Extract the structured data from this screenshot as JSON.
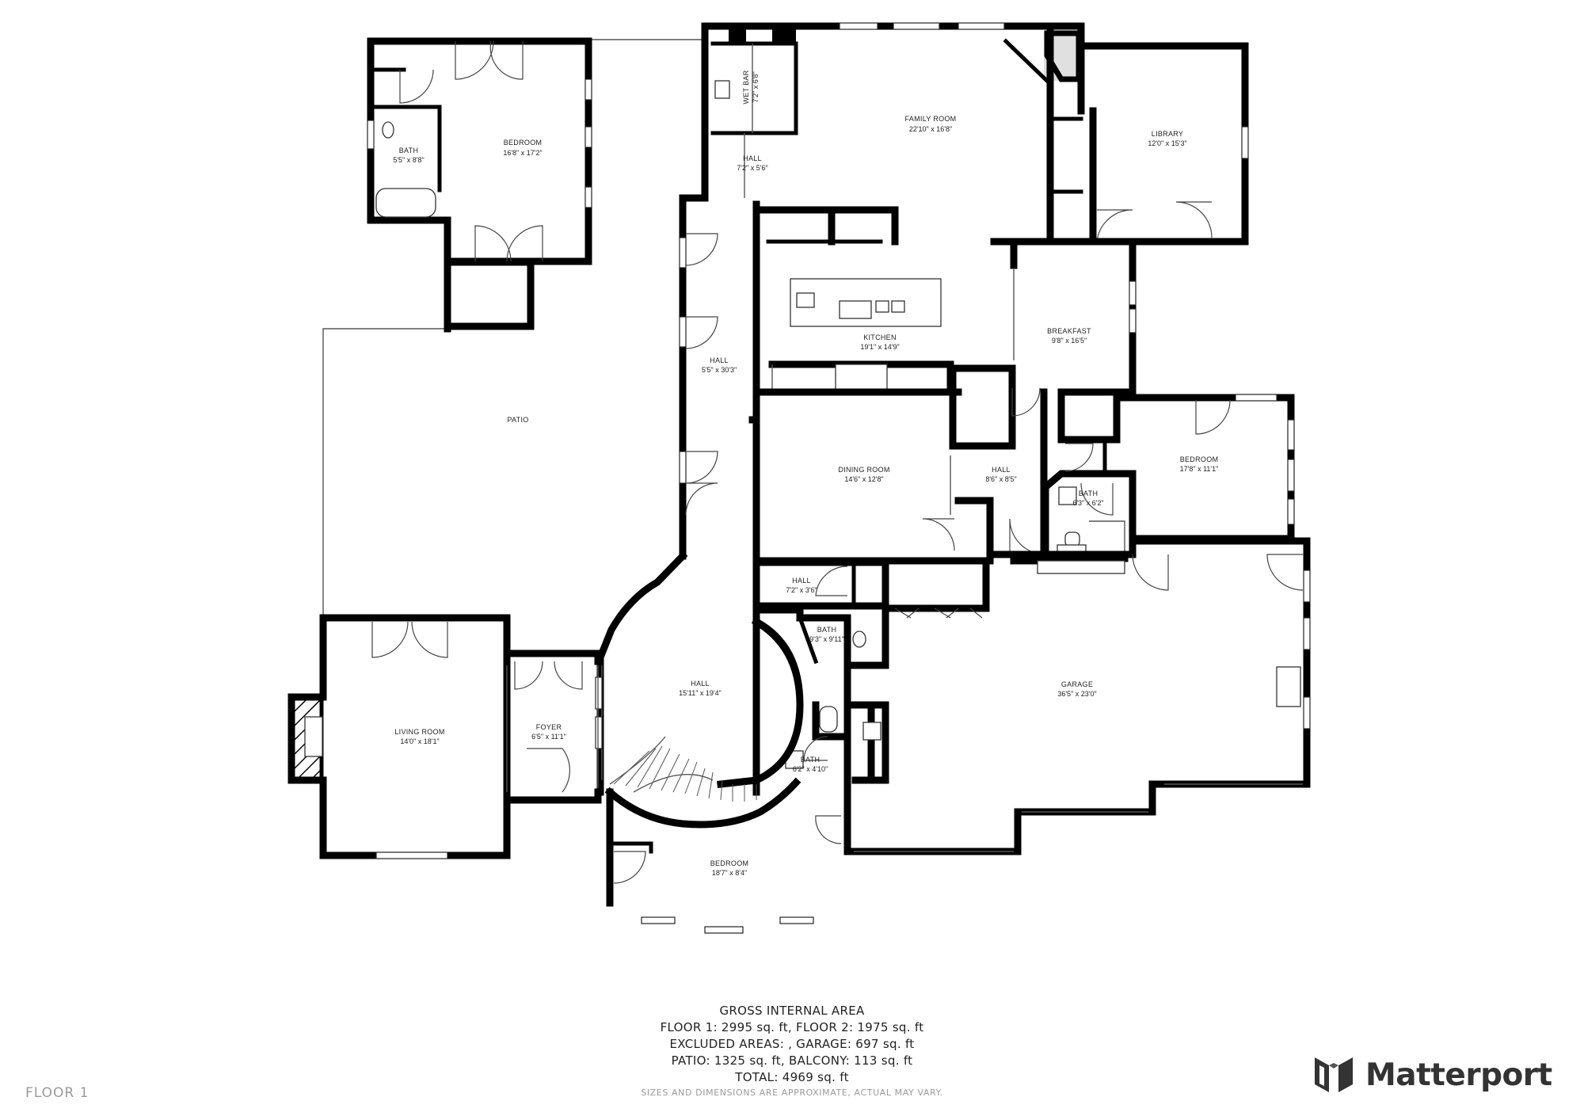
{
  "rooms": [
    {
      "name": "BEDROOM",
      "dim": "16'8\" x 17'2\""
    },
    {
      "name": "BATH",
      "dim": "5'5\" x 8'8\""
    },
    {
      "name": "WET BAR",
      "dim": "7'2\" x 6'8\""
    },
    {
      "name": "FAMILY ROOM",
      "dim": "22'10\" x 16'8\""
    },
    {
      "name": "LIBRARY",
      "dim": "12'0\" x 15'3\""
    },
    {
      "name": "HALL",
      "dim": "7'2\" x 5'6\""
    },
    {
      "name": "KITCHEN",
      "dim": "19'1\" x 14'9\""
    },
    {
      "name": "BREAKFAST",
      "dim": "9'8\" x 16'5\""
    },
    {
      "name": "HALL",
      "dim": "5'5\" x 30'3\""
    },
    {
      "name": "PATIO",
      "dim": ""
    },
    {
      "name": "DINING ROOM",
      "dim": "14'6\" x 12'8\""
    },
    {
      "name": "HALL",
      "dim": "8'6\" x 8'5\""
    },
    {
      "name": "BEDROOM",
      "dim": "17'8\" x 11'1\""
    },
    {
      "name": "BATH",
      "dim": "6'3\" x 6'2\""
    },
    {
      "name": "HALL",
      "dim": "7'2\" x 3'6\""
    },
    {
      "name": "BATH",
      "dim": "9'3\" x 9'11\""
    },
    {
      "name": "GARAGE",
      "dim": "36'5\" x 23'0\""
    },
    {
      "name": "HALL",
      "dim": "15'11\" x 19'4\""
    },
    {
      "name": "LIVING ROOM",
      "dim": "14'0\" x 18'1\""
    },
    {
      "name": "FOYER",
      "dim": "6'5\" x 11'1\""
    },
    {
      "name": "BATH",
      "dim": "6'2\" x 4'10\""
    },
    {
      "name": "BEDROOM",
      "dim": "18'7\" x 8'4\""
    }
  ],
  "summary": {
    "heading": "GROSS INTERNAL AREA",
    "line1": "FLOOR 1: 2995 sq. ft, FLOOR 2: 1975 sq. ft",
    "line2": "EXCLUDED AREAS: , GARAGE: 697 sq. ft",
    "line3": "PATIO: 1325 sq. ft, BALCONY: 113 sq. ft",
    "line4": "TOTAL: 4969 sq. ft",
    "disclaimer": "SIZES AND DIMENSIONS ARE APPROXIMATE, ACTUAL MAY VARY."
  },
  "floor_label": "FLOOR 1",
  "brand": {
    "name": "Matterport",
    "icon": "matterport-logo-icon"
  },
  "colors": {
    "wall": "#000000",
    "text": "#222222",
    "muted": "#9a9a9a",
    "logo": "#333333"
  }
}
